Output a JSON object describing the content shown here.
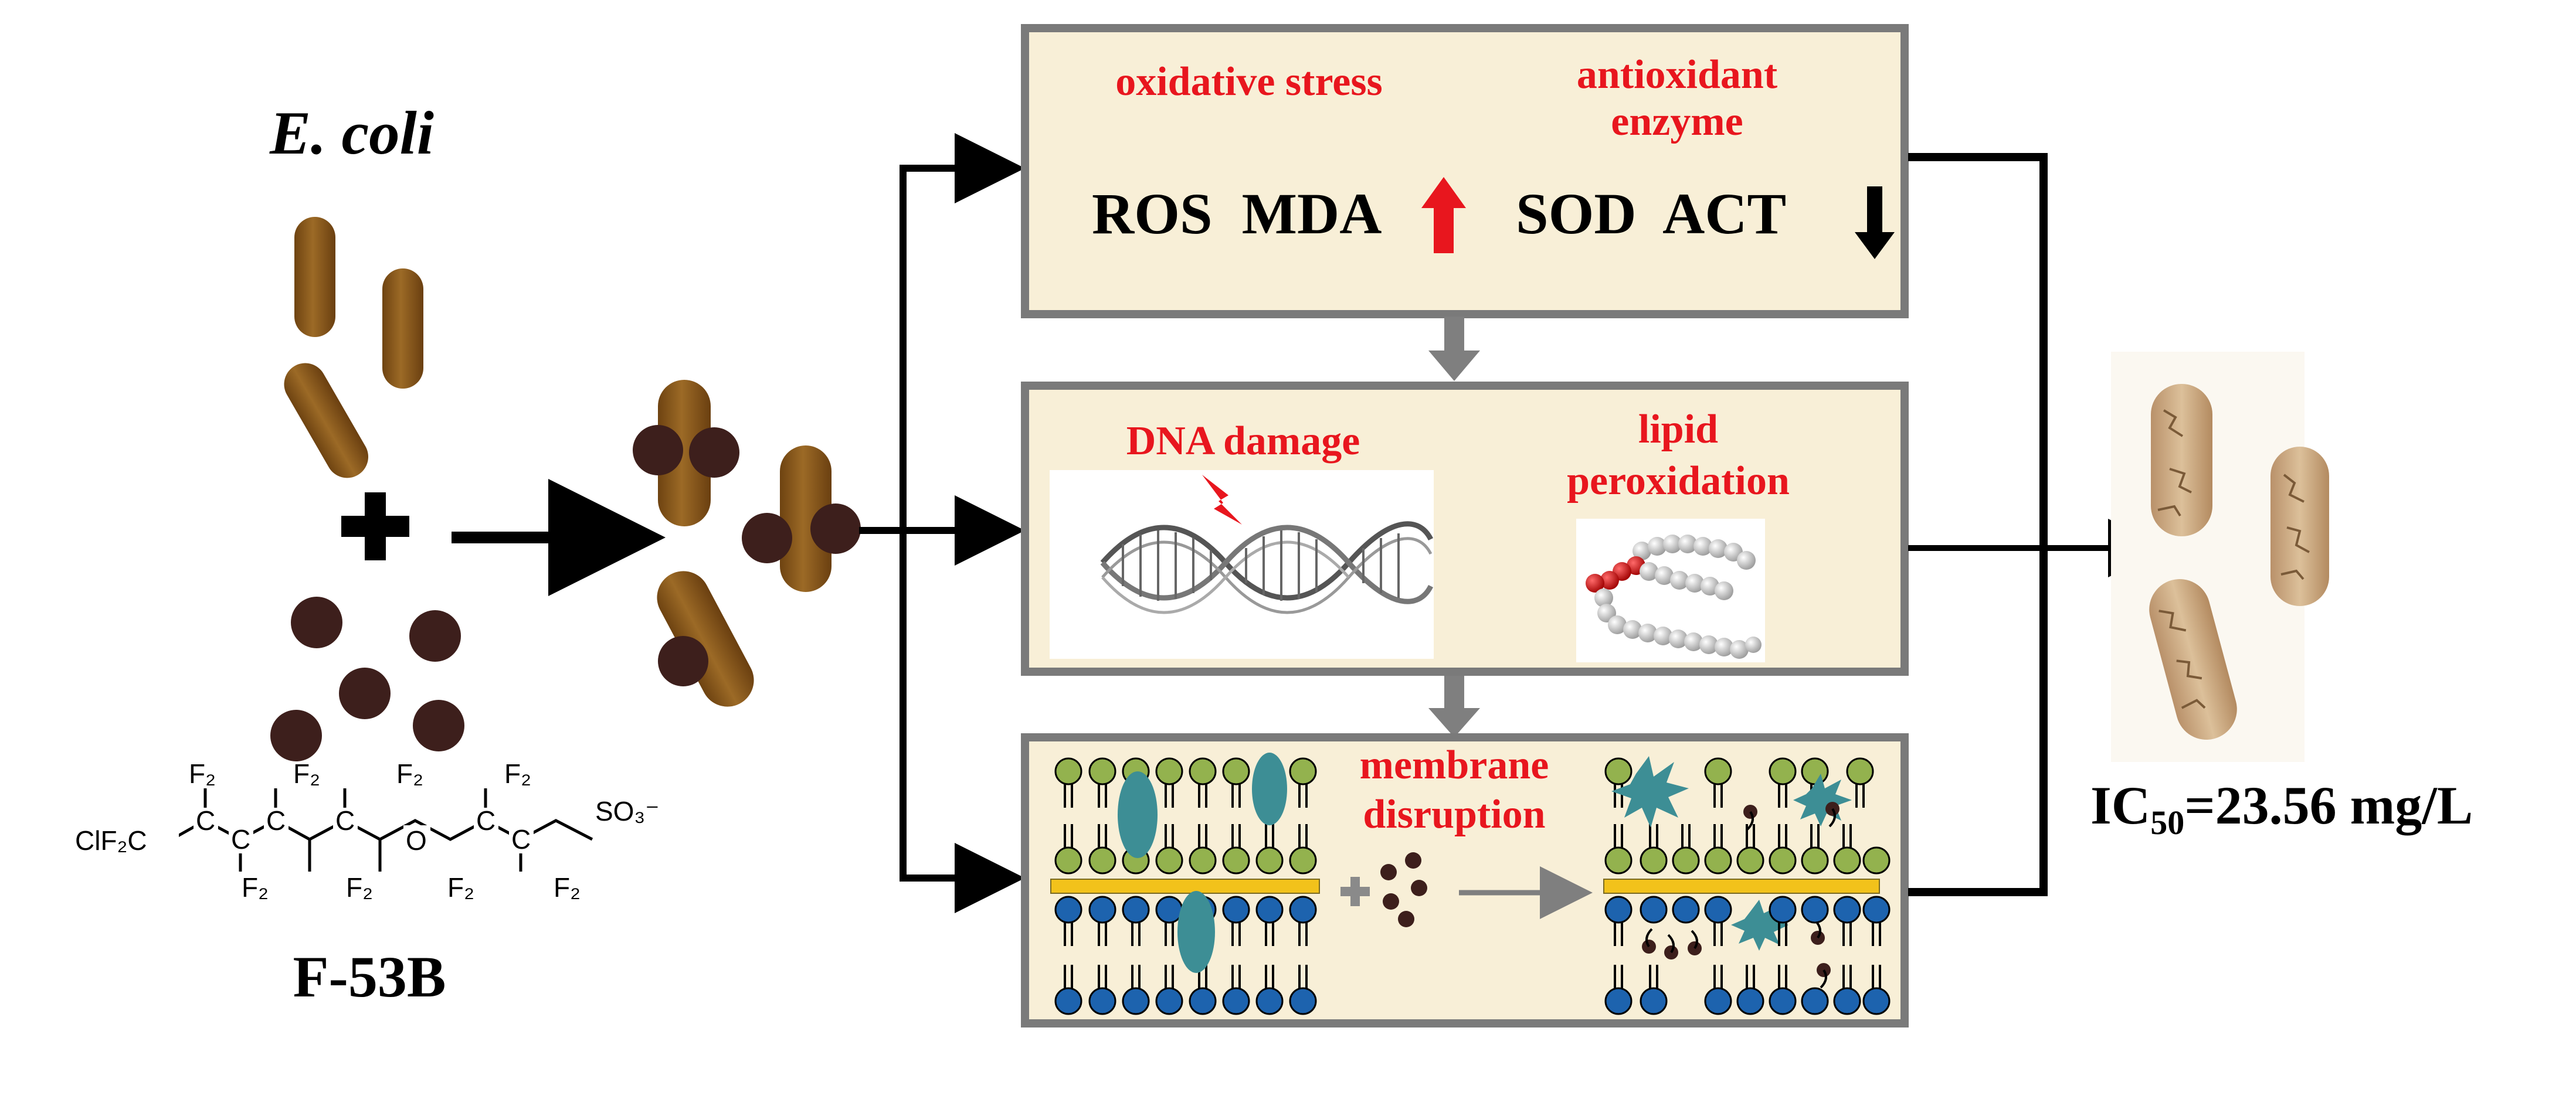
{
  "left": {
    "organism": "E. coli",
    "compound_name": "F-53B",
    "structure": {
      "end_group": "ClF₂C",
      "chain_labels_top": [
        "F₂",
        "F₂",
        "F₂",
        "F₂"
      ],
      "chain_labels_bottom": [
        "F₂",
        "F₂",
        "F₂",
        "F₂"
      ],
      "atoms_c": [
        "C",
        "C",
        "C",
        "C",
        "C",
        "C"
      ],
      "oxygen": "O",
      "sulfonate": "SO₃⁻"
    }
  },
  "boxes": {
    "top": {
      "label_left": "oxidative stress",
      "label_right_line1": "antioxidant",
      "label_right_line2": "enzyme",
      "markers_up": "ROS  MDA",
      "markers_down": "SOD  ACT"
    },
    "middle": {
      "label_left": "DNA damage",
      "label_right_line1": "lipid",
      "label_right_line2": "peroxidation"
    },
    "bottom": {
      "label_line1": "membrane",
      "label_line2": "disruption"
    }
  },
  "right": {
    "result_prefix": "IC",
    "result_subscript": "50",
    "result_value": "=23.56 mg/L"
  },
  "colors": {
    "box_fill": "#f8efd7",
    "box_border": "#7a7a7a",
    "label_red": "#e8161e",
    "bacterium": "#8b5a1e",
    "particle": "#3d1f1c",
    "membrane_green": "#93b24e",
    "membrane_blue": "#1d63ae",
    "protein_teal": "#3d8e95",
    "membrane_yellow": "#f2c21b",
    "dead_cell": "#cba77c"
  }
}
